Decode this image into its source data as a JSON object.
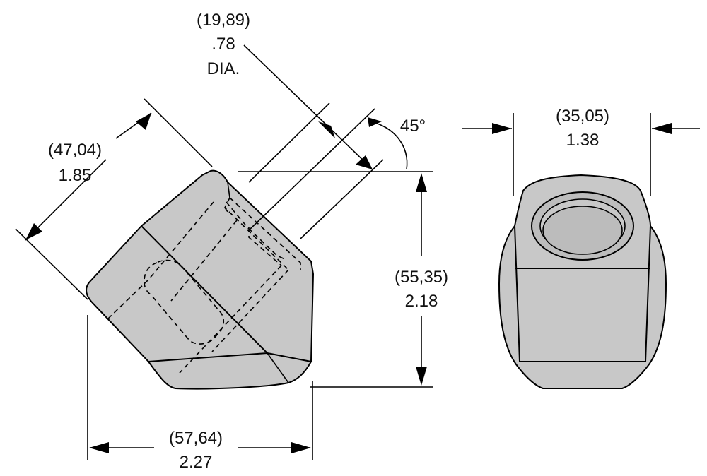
{
  "dimensions": {
    "bore_dia": {
      "metric": "(19,89)",
      "imperial": ".78",
      "suffix": "DIA."
    },
    "angle": {
      "value": "45°"
    },
    "side_length": {
      "metric": "(47,04)",
      "imperial": "1.85"
    },
    "overall_height": {
      "metric": "(55,35)",
      "imperial": "2.18"
    },
    "overall_width": {
      "metric": "(57,64)",
      "imperial": "2.27"
    },
    "end_width": {
      "metric": "(35,05)",
      "imperial": "1.38"
    }
  },
  "colors": {
    "part_fill": "#c8c8c8",
    "line": "#000000",
    "text": "#111111"
  }
}
